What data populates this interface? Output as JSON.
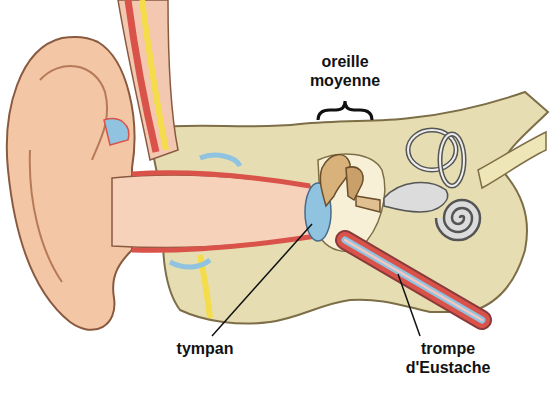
{
  "diagram": {
    "labels": [
      "oreille moyenne",
      "tympan",
      "trompe d'Eustache"
    ]
  }
}
